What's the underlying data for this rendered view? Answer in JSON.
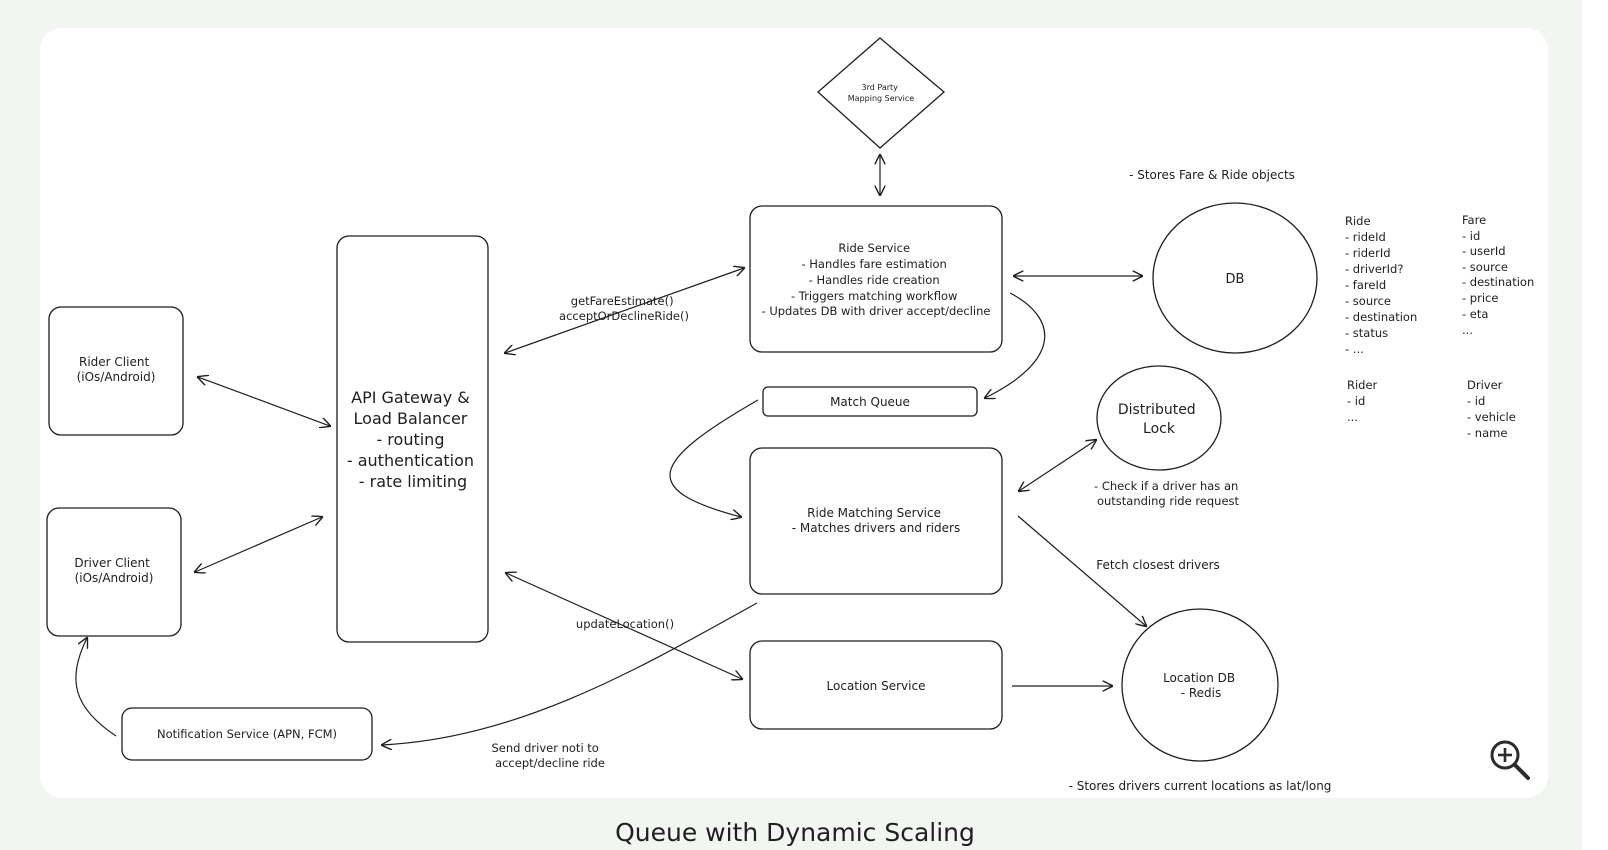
{
  "caption": "Queue with Dynamic Scaling",
  "zoom_icon": "zoom-in-icon",
  "nodes": {
    "mapping": [
      "3rd Party",
      "Mapping Service"
    ],
    "rider_client": [
      "Rider Client",
      "(iOs/Android)"
    ],
    "driver_client": [
      "Driver Client",
      "(iOs/Android)"
    ],
    "gateway": [
      "API Gateway &",
      "Load Balancer",
      "- routing",
      "- authentication",
      "- rate limiting"
    ],
    "ride_service": [
      "Ride Service",
      "- Handles fare estimation",
      "- Handles ride creation",
      "- Triggers matching workflow",
      "- Updates DB with driver accept/decline"
    ],
    "match_queue": "Match Queue",
    "ride_matching": [
      "Ride Matching Service",
      "- Matches drivers and riders"
    ],
    "location_service": "Location Service",
    "notification": "Notification Service (APN, FCM)",
    "db": "DB",
    "lock": [
      "Distributed",
      "Lock"
    ],
    "location_db": [
      "Location DB",
      "- Redis"
    ]
  },
  "labels": {
    "api_calls": [
      "getFareEstimate()",
      "acceptOrDeclineRide()"
    ],
    "update_location": "updateLocation()",
    "send_noti": [
      "Send driver noti to",
      "accept/decline ride"
    ],
    "fetch_closest": "Fetch closest drivers",
    "check_driver": [
      "- Check if a driver has an",
      "outstanding ride request"
    ],
    "stores_fare": "- Stores Fare & Ride objects",
    "stores_drivers": "- Stores drivers current locations as lat/long"
  },
  "schema": {
    "ride": [
      "Ride",
      "- rideId",
      "- riderId",
      "- driverId?",
      "- fareId",
      "- source",
      "- destination",
      "- status",
      "- ..."
    ],
    "fare": [
      "Fare",
      "- id",
      "- userId",
      "- source",
      "- destination",
      "- price",
      "- eta",
      "..."
    ],
    "rider": [
      "Rider",
      "- id",
      "..."
    ],
    "driver": [
      "Driver",
      "- id",
      "- vehicle",
      "- name"
    ]
  }
}
